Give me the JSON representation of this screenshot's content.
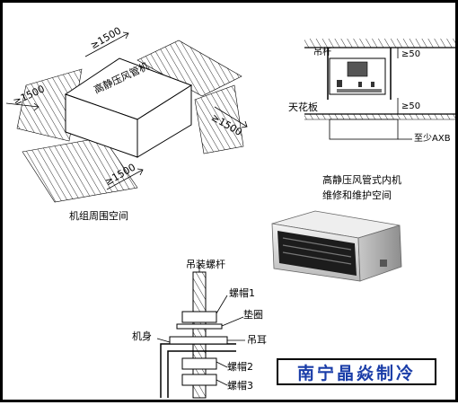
{
  "clearance_diagram": {
    "unit_label": "高静压风管机",
    "clearance_top": "≥1500",
    "clearance_left": "≥1500",
    "clearance_right": "≥1500",
    "clearance_bottom": "≥1500",
    "caption": "机组周围空间"
  },
  "ceiling_diagram": {
    "rod_label": "吊杆",
    "gap_top": "≥50",
    "ceiling_label": "天花板",
    "gap_bottom": "≥50",
    "min_label": "至少AXB"
  },
  "unit_photo": {
    "caption_line1": "高静压风管式内机",
    "caption_line2": "维修和维护空间"
  },
  "hanger_diagram": {
    "rod_label": "吊装螺杆",
    "nut1_label": "螺帽1",
    "washer_label": "垫圈",
    "body_label": "机身",
    "ear_label": "吊耳",
    "nut2_label": "螺帽2",
    "nut3_label": "螺帽3"
  },
  "brand": {
    "text": "南宁晶焱制冷",
    "color": "#1a3da8"
  }
}
